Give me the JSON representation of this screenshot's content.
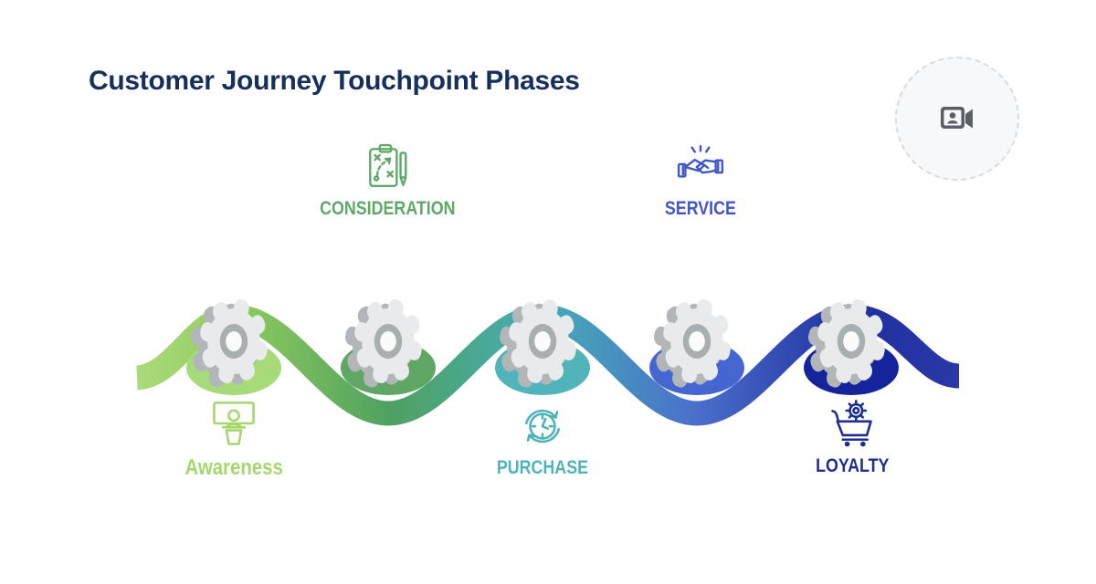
{
  "title": {
    "text": "Customer Journey Touchpoint Phases",
    "color": "#16305C"
  },
  "video_bubble": {
    "icon": "video-avatar",
    "background": "#F7F8F9",
    "border_color": "#D9DBDF",
    "icon_color": "#5A5F66"
  },
  "phases": [
    {
      "label": "Awareness",
      "color": "#A5D76E",
      "icon": "presenter-podium",
      "position": "bottom",
      "ellipse_color": "#A7DA78"
    },
    {
      "label": "CONSIDERATION",
      "color": "#5FA968",
      "icon": "strategy-clipboard",
      "position": "top",
      "ellipse_color": "#60A766"
    },
    {
      "label": "PURCHASE",
      "color": "#4FB3BA",
      "icon": "clock-cycle",
      "position": "bottom",
      "ellipse_color": "#50B4BA"
    },
    {
      "label": "SERVICE",
      "color": "#4157C5",
      "icon": "handshake",
      "position": "top",
      "ellipse_color": "#4565D1"
    },
    {
      "label": "LOYALTY",
      "color": "#1F2E8C",
      "icon": "cart-gear",
      "position": "bottom",
      "ellipse_color": "#16249C"
    }
  ],
  "wave": {
    "gradient": [
      "#ABDB7C",
      "#90CC5D",
      "#4FA061",
      "#45AEB5",
      "#4A6FCB",
      "#202F9F",
      "#2A39A6"
    ],
    "gear_color": "#E9EAEC",
    "gear_side_color": "#B2B6B9",
    "gear_hub_color": "#A9AEB1",
    "gear_hub_inner_color": "#FBFBFC"
  }
}
